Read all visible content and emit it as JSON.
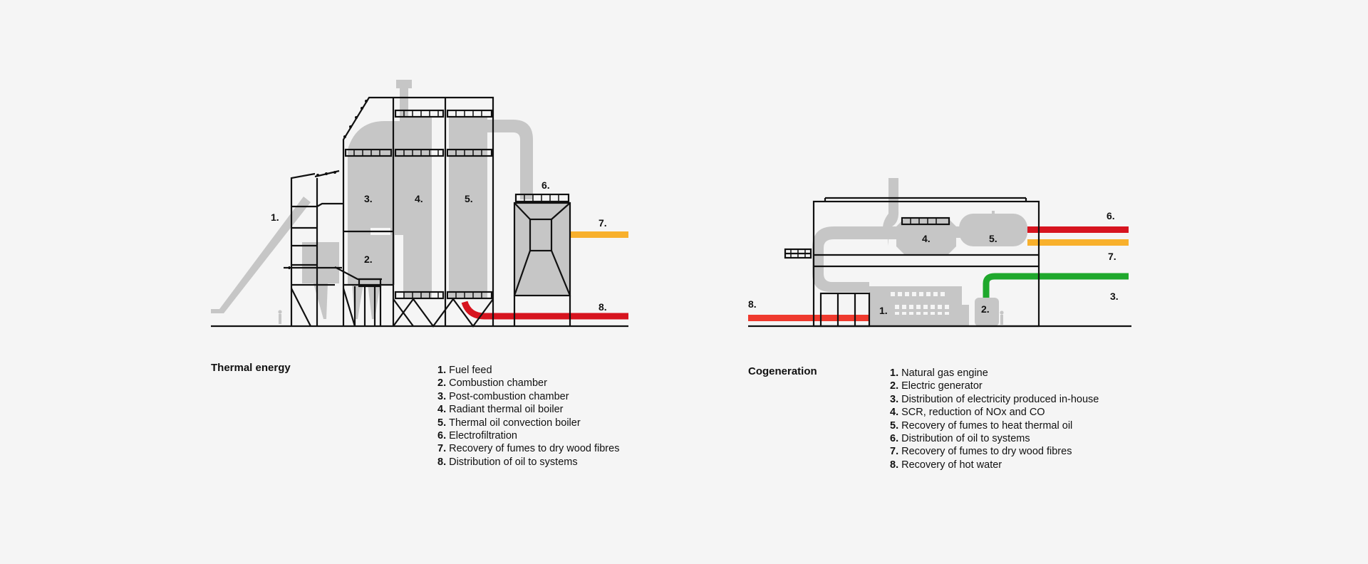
{
  "colors": {
    "background": "#f5f5f5",
    "machinery_grey": "#c6c6c6",
    "outline": "#111111",
    "oil_red": "#d7141f",
    "fumes_orange": "#f8b02c",
    "electricity_green": "#1fa82c",
    "hot_water_red": "#ef3a2e"
  },
  "thermal": {
    "title": "Thermal energy",
    "labels": [
      "1.",
      "2.",
      "3.",
      "4.",
      "5.",
      "6.",
      "7.",
      "8."
    ],
    "legend": [
      {
        "num": "1.",
        "text": "Fuel feed"
      },
      {
        "num": "2.",
        "text": "Combustion chamber"
      },
      {
        "num": "3.",
        "text": "Post-combustion chamber"
      },
      {
        "num": "4.",
        "text": "Radiant thermal oil boiler"
      },
      {
        "num": "5.",
        "text": "Thermal oil convection boiler"
      },
      {
        "num": "6.",
        "text": "Electrofiltration"
      },
      {
        "num": "7.",
        "text": "Recovery of fumes to dry wood fibres"
      },
      {
        "num": "8.",
        "text": "Distribution of oil to systems"
      }
    ]
  },
  "cogeneration": {
    "title": "Cogeneration",
    "labels": [
      "1.",
      "2.",
      "3.",
      "4.",
      "5.",
      "6.",
      "7.",
      "8."
    ],
    "legend": [
      {
        "num": "1.",
        "text": "Natural gas engine"
      },
      {
        "num": "2.",
        "text": "Electric generator"
      },
      {
        "num": "3.",
        "text": "Distribution of electricity produced in-house"
      },
      {
        "num": "4.",
        "text": "SCR, reduction of NOx and CO"
      },
      {
        "num": "5.",
        "text": "Recovery of fumes to heat thermal oil"
      },
      {
        "num": "6.",
        "text": "Distribution of oil to systems"
      },
      {
        "num": "7.",
        "text": "Recovery of fumes to dry wood fibres"
      },
      {
        "num": "8.",
        "text": "Recovery of hot water"
      }
    ]
  }
}
